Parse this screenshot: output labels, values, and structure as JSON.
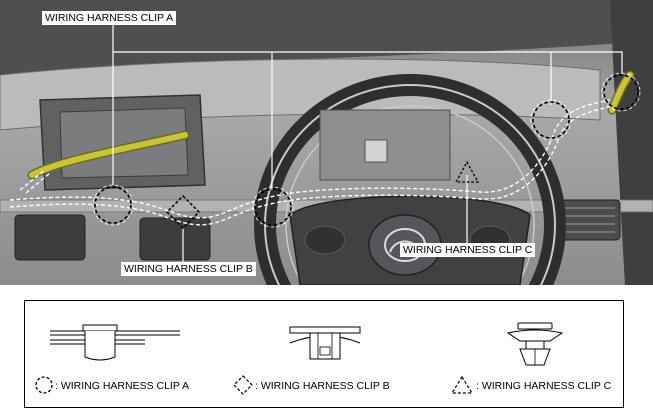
{
  "callouts": {
    "clip_a": "WIRING HARNESS CLIP A",
    "clip_b": "WIRING HARNESS CLIP B",
    "clip_c": "WIRING HARNESS CLIP C"
  },
  "legend": {
    "items": [
      {
        "symbol": "circle",
        "text": ": WIRING HARNESS CLIP A"
      },
      {
        "symbol": "diamond",
        "text": ": WIRING HARNESS CLIP B"
      },
      {
        "symbol": "triangle",
        "text": ": WIRING HARNESS CLIP C"
      }
    ]
  },
  "colors": {
    "photo_bg": "#8e9092",
    "harness_green": "#c8c43a",
    "frame": "#000000"
  }
}
